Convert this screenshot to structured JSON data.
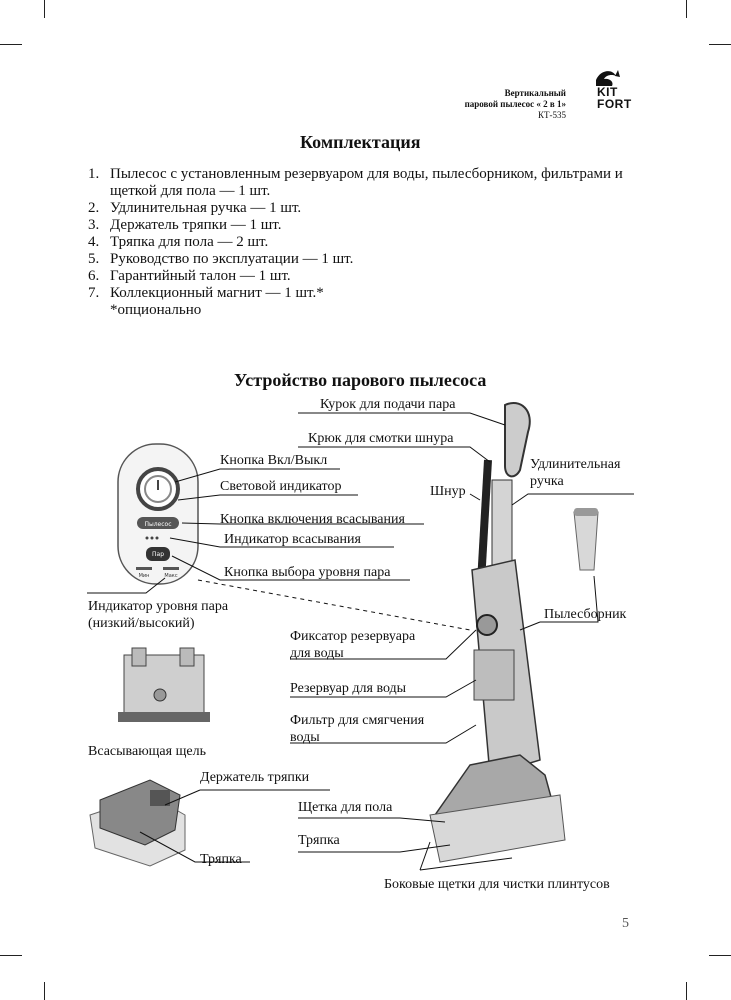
{
  "header": {
    "product_line1": "Вертикальный",
    "product_line2": "паровой пылесос « 2 в 1»",
    "model": "КТ-535",
    "logo_text": [
      "KIT",
      "FORT"
    ]
  },
  "kit": {
    "title": "Комплектация",
    "items": [
      {
        "num": "1.",
        "text": "Пылесос с установленным резервуаром для воды, пылесборником, фильтрами и щеткой для пола — 1 шт."
      },
      {
        "num": "2.",
        "text": "Удлинительная ручка — 1 шт."
      },
      {
        "num": "3.",
        "text": "Держатель тряпки — 1 шт."
      },
      {
        "num": "4.",
        "text": "Тряпка для пола — 2 шт."
      },
      {
        "num": "5.",
        "text": "Руководство по эксплуатации — 1 шт."
      },
      {
        "num": "6.",
        "text": "Гарантийный талон — 1 шт."
      },
      {
        "num": "7.",
        "text": "Коллекционный магнит — 1 шт.*"
      }
    ],
    "footnote": "*опционально"
  },
  "device": {
    "title": "Устройство парового пылесоса",
    "labels": {
      "steam_trigger": "Курок для подачи пара",
      "cord_hook": "Крюк для смотки шнура",
      "power_button": "Кнопка Вкл/Выкл",
      "light_indicator": "Световой индикатор",
      "cord": "Шнур",
      "extension_handle_1": "Удлинительная",
      "extension_handle_2": "ручка",
      "suction_button": "Кнопка включения всасывания",
      "suction_indicator": "Индикатор всасывания",
      "steam_level_button": "Кнопка выбора уровня пара",
      "steam_level_indicator_1": "Индикатор уровня пара",
      "steam_level_indicator_2": "(низкий/высокий)",
      "dust_container": "Пылесборник",
      "tank_latch_1": "Фиксатор резервуара",
      "tank_latch_2": "для воды",
      "water_tank": "Резервуар для воды",
      "softening_filter_1": "Фильтр для смягчения",
      "softening_filter_2": "воды",
      "suction_slot": "Всасывающая щель",
      "cloth_holder": "Держатель тряпки",
      "floor_brush": "Щетка для пола",
      "cloth": "Тряпка",
      "cloth_2": "Тряпка",
      "side_brushes": "Боковые щетки для чистки плинтусов"
    },
    "panel": {
      "suction_btn_text": "Пылесос",
      "steam_btn_text": "Пар",
      "min_text": "Мин",
      "max_text": "Макс"
    }
  },
  "page_number": "5"
}
